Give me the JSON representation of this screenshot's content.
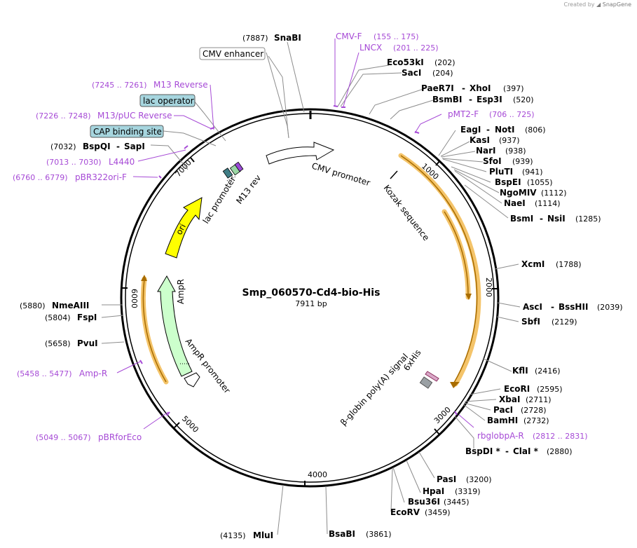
{
  "header": {
    "created_by": "Created by",
    "brand": "SnapGene"
  },
  "plasmid": {
    "name": "Smp_060570-Cd4-bio-His",
    "length": "7911 bp"
  },
  "ticks": [
    "1000",
    "2000",
    "3000",
    "4000",
    "5000",
    "6000",
    "7000"
  ],
  "enzymes": {
    "snabi": {
      "name": "SnaBI",
      "pos": "(7887)"
    },
    "eco53ki": {
      "name": "Eco53kI",
      "pos": "(202)"
    },
    "saci": {
      "name": "SacI",
      "pos": "(204)"
    },
    "paer7i": {
      "name": "PaeR7I",
      "name2": "XhoI",
      "pos": "(397)"
    },
    "bsmbi": {
      "name": "BsmBI",
      "name2": "Esp3I",
      "pos": "(520)"
    },
    "eagi": {
      "name": "EagI",
      "name2": "NotI",
      "pos": "(806)"
    },
    "kasi": {
      "name": "KasI",
      "pos": "(937)"
    },
    "nari": {
      "name": "NarI",
      "pos": "(938)"
    },
    "sfoi": {
      "name": "SfoI",
      "pos": "(939)"
    },
    "pluti": {
      "name": "PluTI",
      "pos": "(941)"
    },
    "bspei": {
      "name": "BspEI",
      "pos": "(1055)"
    },
    "ngomiv": {
      "name": "NgoMIV",
      "pos": "(1112)"
    },
    "naei": {
      "name": "NaeI",
      "pos": "(1114)"
    },
    "bsmi": {
      "name": "BsmI",
      "name2": "NsiI",
      "pos": "(1285)"
    },
    "xcmi": {
      "name": "XcmI",
      "pos": "(1788)"
    },
    "asci": {
      "name": "AscI",
      "name2": "BssHII",
      "pos": "(2039)"
    },
    "sbfi": {
      "name": "SbfI",
      "pos": "(2129)"
    },
    "kfli": {
      "name": "KflI",
      "pos": "(2416)"
    },
    "ecori": {
      "name": "EcoRI",
      "pos": "(2595)"
    },
    "xbai": {
      "name": "XbaI",
      "pos": "(2711)"
    },
    "paci": {
      "name": "PacI",
      "pos": "(2728)"
    },
    "bamhi": {
      "name": "BamHI",
      "pos": "(2732)"
    },
    "bspdi": {
      "name": "BspDI *",
      "name2": "ClaI *",
      "pos": "(2880)"
    },
    "pasi": {
      "name": "PasI",
      "pos": "(3200)"
    },
    "hpai": {
      "name": "HpaI",
      "pos": "(3319)"
    },
    "bsu36i": {
      "name": "Bsu36I",
      "pos": "(3445)"
    },
    "ecorv": {
      "name": "EcoRV",
      "pos": "(3459)"
    },
    "bsabi": {
      "name": "BsaBI",
      "pos": "(3861)"
    },
    "mlui": {
      "name": "MluI",
      "pos": "(4135)"
    },
    "pvui": {
      "name": "PvuI",
      "pos": "(5658)"
    },
    "fspi": {
      "name": "FspI",
      "pos": "(5804)"
    },
    "nmeaiii": {
      "name": "NmeAIII",
      "pos": "(5880)"
    },
    "bspqi": {
      "name": "BspQI",
      "name2": "SapI",
      "pos": "(7032)"
    }
  },
  "primers": {
    "cmvf": {
      "name": "CMV-F",
      "range": "(155 .. 175)"
    },
    "lncx": {
      "name": "LNCX",
      "range": "(201 .. 225)"
    },
    "pmt2f": {
      "name": "pMT2-F",
      "range": "(706 .. 725)"
    },
    "rbglobpa": {
      "name": "rbglobpA-R",
      "range": "(2812 .. 2831)"
    },
    "pbrfor": {
      "name": "pBRforEco",
      "range": "(5049 .. 5067)"
    },
    "ampr": {
      "name": "Amp-R",
      "range": "(5458 .. 5477)"
    },
    "pbr322": {
      "name": "pBR322ori-F",
      "range": "(6760 .. 6779)"
    },
    "l4440": {
      "name": "L4440",
      "range": "(7013 .. 7030)"
    },
    "m13puc": {
      "name": "M13/pUC Reverse",
      "range": "(7226 .. 7248)"
    },
    "m13rev": {
      "name": "M13 Reverse",
      "range": "(7245 .. 7261)"
    }
  },
  "boxed_features": {
    "cmv_enhancer": "CMV enhancer",
    "lac_operator": "lac operator",
    "cap_site": "CAP binding site"
  },
  "features": {
    "cmv_promoter": "CMV promoter",
    "kozak": "Kozak sequence",
    "his": "6xHis",
    "bglobin": "β-globin poly(A) signal",
    "ori": "ori",
    "ampr": "AmpR",
    "ampr_promoter": "AmpR promoter",
    "lac_promoter": "lac promoter",
    "m13rev": "M13 rev"
  },
  "colors": {
    "primer": "#a64ad6",
    "ori": "#ffff00",
    "ampr": "#ccffcc",
    "orf_outline": "#f4c46a",
    "orf_arrow": "#a86c00",
    "boxed_feature": "#a6d5de"
  }
}
